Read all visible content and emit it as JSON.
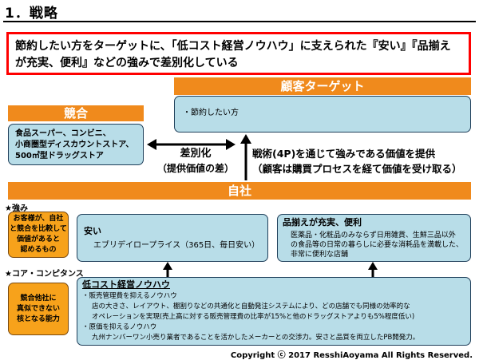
{
  "title": "1．戦略",
  "summary": {
    "line1": "節約したい方をターゲットに、「低コスト経営ノウハウ」に支えられた『安い』『品揃え",
    "line2": "が充実、便利』などの強みで差別化している"
  },
  "target": {
    "header": "顧客ターゲット",
    "item": "・節約したい方"
  },
  "competition": {
    "header": "競合",
    "lines": [
      "食品スーパー、コンビニ、",
      "小商圏型ディスカウントストア、",
      "500㎡型ドラッグストア"
    ]
  },
  "differentiation": {
    "title": "差別化",
    "sub": "（提供価値の差）"
  },
  "tactics": {
    "line1": "戦術(4P)を通じて強みである価値を提供",
    "line2": "（顧客は購買プロセスを経て価値を受け取る）"
  },
  "company": {
    "header": "自社"
  },
  "strengths": {
    "label": "★強み",
    "side_lines": [
      "お客様が、自社",
      "と競合を比較して",
      "価値があると",
      "認めるもの"
    ],
    "cheap": {
      "title": "安い",
      "body": "エブリデイロープライス（365日、毎日安い）"
    },
    "assortment": {
      "title": "品揃えが充実、便利",
      "lines": [
        "医薬品・化粧品のみならず日用雑貨、生鮮三品以外",
        "の食品等の日常の暮らしに必要な消耗品を満載した、",
        "非常に便利な店舗"
      ]
    }
  },
  "core": {
    "label": "★コア・コンピタンス",
    "side_lines": [
      "競合他社に",
      "真似できない",
      "核となる能力"
    ],
    "title": "低コスト経営ノウハウ",
    "lines": [
      "・販売管理費を抑えるノウハウ",
      "店の大きさ、レイアウト、棚割りなどの共通化と自動発注システムにより、どの店舗でも同様の効率的な",
      "オペレーションを実現(売上高に対する販売管理費の比率が15%と他のドラッグストアよりも5%程度低い)",
      "・原価を抑えるノウハウ",
      "九州ナンバーワン小売り業者であることを活かしたメーカーとの交渉力。安さと品質を両立したPB開発力。"
    ]
  },
  "copyright": "Copyright ⓒ 2017 ResshiAoyama All Rights Reserved.",
  "colors": {
    "orange": "#f08a1c",
    "light_blue": "#b8dde8",
    "yellow_orange": "#f7a21b",
    "red_border": "#ff0000"
  }
}
